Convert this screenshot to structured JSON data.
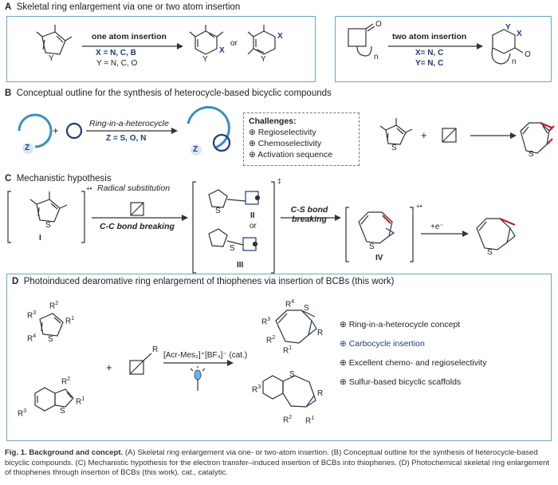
{
  "sectionA": {
    "letter": "A",
    "title": "Skeletal ring enlargement via one or two atom insertion",
    "one_atom": {
      "arrow": "one atom insertion",
      "x_set": "X = N, C, B",
      "y_set": "Y = N, C, O",
      "or": "or",
      "y": "Y",
      "x": "X",
      "y2": "Y",
      "x2": "X"
    },
    "two_atom": {
      "arrow": "two atom insertion",
      "x_set": "X= N, C",
      "y_set": "Y= N, C",
      "n": "n",
      "n2": "n",
      "y": "Y",
      "x": "X",
      "o": "O",
      "o2": "O"
    }
  },
  "sectionB": {
    "letter": "B",
    "title": "Conceptual outline for the synthesis of heterocycle-based bicyclic compounds",
    "z": "Z",
    "z2": "Z",
    "plus": "+",
    "plus2": "+",
    "arrow_top": "Ring-in-a-heterocycle",
    "arrow_bottom": "Z = S, O, N",
    "s1": "S",
    "s2": "S",
    "challenges": {
      "title": "Challenges:",
      "items": [
        "⊕ Regioselectivity",
        "⊕ Chemoselectivity",
        "⊕ Activation sequence"
      ]
    }
  },
  "sectionC": {
    "letter": "C",
    "title": "Mechanistic hypothesis",
    "radical_cation": "+•",
    "radical_cation2": "+•",
    "ddagger": "‡",
    "s": "S",
    "label_I": "I",
    "arrow1_top": "Radical substitution",
    "arrow1_bottom": "C-C bond breaking",
    "label_II": "II",
    "or": "or",
    "label_III": "III",
    "arrow2": "C-S bond breaking",
    "label_IV": "IV",
    "electron": "+e⁻",
    "s_ii": "S",
    "s_iii": "S",
    "s_iv": "S",
    "s_prod": "S"
  },
  "sectionD": {
    "letter": "D",
    "title": "Photoinduced dearomative ring enlargement of thiophenes via insertion of BCBs (this work)",
    "substituents": {
      "r1": "R",
      "r2": "R",
      "r3": "R",
      "r4": "R",
      "r": "R"
    },
    "plus": "+",
    "catalyst": "[Acr-Mes₂]⁺[BF₄]⁻ (cat.)",
    "s": "S",
    "features": [
      {
        "text": "⊕ Ring-in-a-heterocycle concept",
        "highlight": false
      },
      {
        "text": "⊕ Carbocycle insertion",
        "highlight": true
      },
      {
        "text": "⊕ Excellent chemo- and regioselectivity",
        "highlight": false
      },
      {
        "text": "⊕ Sulfur-based bicyclic scaffolds",
        "highlight": false
      }
    ]
  },
  "caption": {
    "bold": "Fig. 1. Background and concept.",
    "text": " (A) Skeletal ring enlargement via one- or two-atom insertion. (B) Conceptual outline for the synthesis of heterocycle-based bicyclic compounds. (C) Mechanistic hypothesis for the electron transfer–induced insertion of BCBs into thiophenes. (D) Photochemical skeletal ring enlargement of thiophenes through insertion of BCBs (this work). cat., catalytic."
  },
  "colors": {
    "frame": "#6aa6c8",
    "accent_blue": "#1d3c78",
    "ring_blue": "#3a8fc0",
    "bond_red": "#b8232b"
  }
}
